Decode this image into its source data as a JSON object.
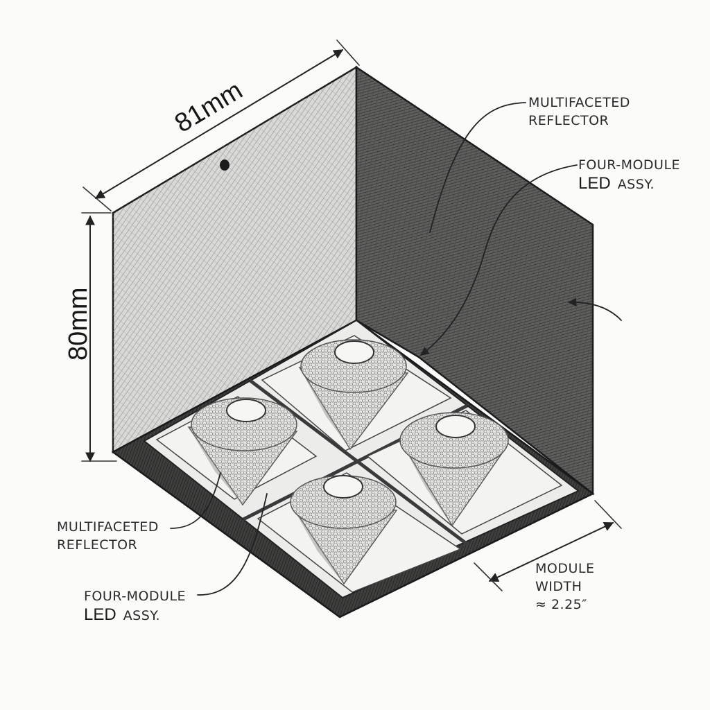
{
  "dimensions": {
    "width": "81mm",
    "height": "80mm"
  },
  "callouts": {
    "reflector_top": [
      "MULTIFACETED",
      "REFLECTOR"
    ],
    "led_top": {
      "line1": "FOUR-MODULE",
      "led": "LED",
      "assy": "ASSY."
    },
    "reflector_bottom": [
      "MULTIFACETED",
      "REFLECTOR"
    ],
    "led_bottom": {
      "line1": "FOUR-MODULE",
      "led": "LED",
      "assy": "ASSY."
    },
    "module_width": [
      "MODULE",
      "WIDTH",
      "≈ 2.25″"
    ]
  }
}
